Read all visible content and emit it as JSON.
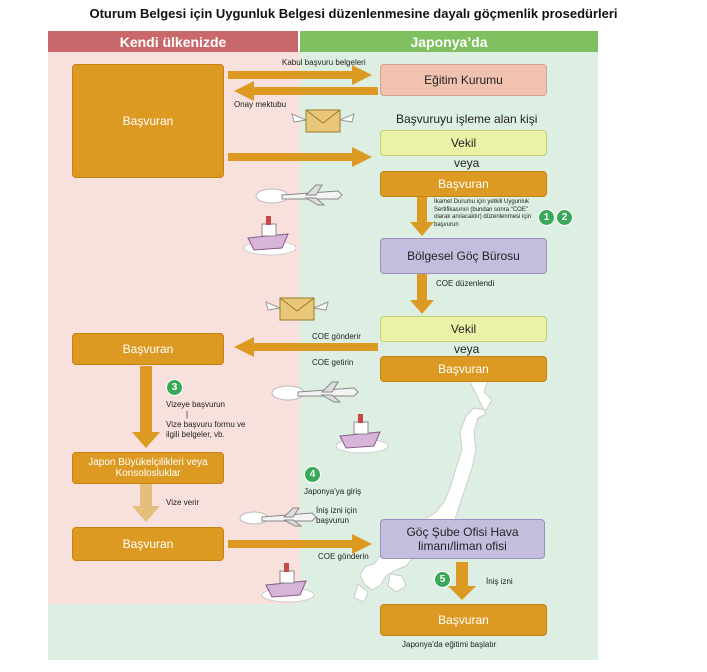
{
  "title": "Oturum Belgesi için Uygunluk Belgesi düzenlenmesine dayalı göçmenlik prosedürleri",
  "headers": {
    "home_country": "Kendi ülkenizde",
    "japan": "Japonya’da"
  },
  "boxes": {
    "applicant_top": "Başvuran",
    "school": "Eğitim Kurumu",
    "processing_person": "Başvuruyu işleme alan kişi",
    "proxy_1": "Vekil",
    "or_1": "veya",
    "applicant_japan_1": "Başvuran",
    "immigration_bureau": "Bölgesel Göç Bürosu",
    "proxy_2": "Vekil",
    "or_2": "veya",
    "applicant_japan_2": "Başvuran",
    "applicant_mid": "Başvuran",
    "embassy": "Japon Büyükelçilikleri veya Konsolosluklar",
    "applicant_bottom": "Başvuran",
    "port_office": "Göç Şube Ofisi Hava limanı/liman ofisi",
    "applicant_final": "Başvuran"
  },
  "labels": {
    "acceptance_docs": "Kabul başvuru belgeleri",
    "approval_letter": "Onay mektubu",
    "coe_application": "İkamet Durumu için yetkili Uygunluk Sertifikasının (bundan sonra \"COE\" olarak anılacaktır) düzenlenmesi için başvurun",
    "coe_issued": "COE düzenlendi",
    "coe_send": "COE gönderir",
    "coe_bring": "COE getirin",
    "visa_apply": "Vizeye başvurun",
    "visa_form": "Vize başvuru formu ve ilgili belgeler, vb.",
    "visa_issue": "Vize verir",
    "entry_japan": "Japonya'ya giriş",
    "landing_apply": "İniş izni için başvurun",
    "coe_submit": "COE gönderin",
    "landing_permit": "İniş izni",
    "start_education": "Japonya'da eğitimi başlatır",
    "vertical_bar": "|"
  },
  "steps": {
    "s1": "1",
    "s2": "2",
    "s3": "3",
    "s4": "4",
    "s5": "5"
  },
  "colors": {
    "home_header": "#c9686a",
    "home_bg": "#f8e1dc",
    "japan_header": "#7fbf5f",
    "japan_bg": "#dcefe2",
    "orange": "#dd9a22",
    "green": "#3aa85a"
  }
}
